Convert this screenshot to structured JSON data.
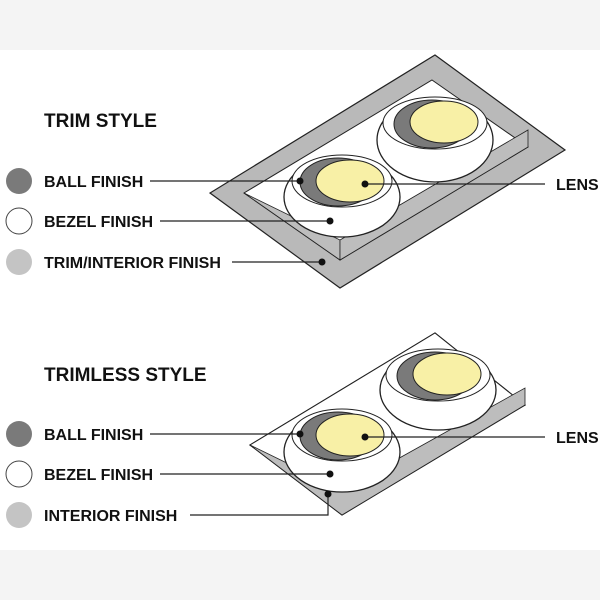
{
  "colors": {
    "ball": "#7a7a7a",
    "bezel": "#ffffff",
    "interior": "#c4c4c4",
    "lens": "#f8f0a6",
    "plate": "#b9b9b9",
    "line": "#222222"
  },
  "sections": [
    {
      "title": "TRIM STYLE",
      "legend": [
        "BALL FINISH",
        "BEZEL FINISH",
        "TRIM/INTERIOR FINISH"
      ],
      "lens_label": "LENS"
    },
    {
      "title": "TRIMLESS STYLE",
      "legend": [
        "BALL FINISH",
        "BEZEL FINISH",
        "INTERIOR FINISH"
      ],
      "lens_label": "LENS"
    }
  ]
}
